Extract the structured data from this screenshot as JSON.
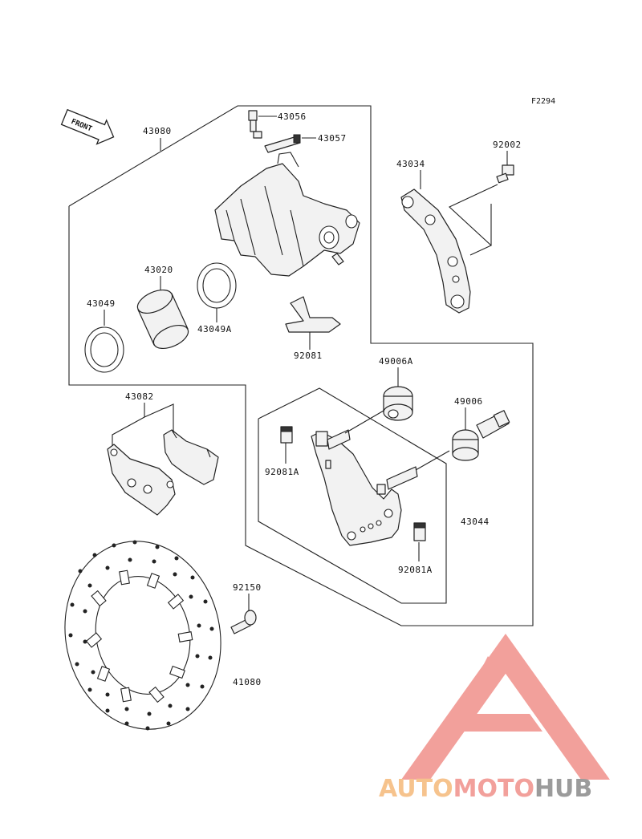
{
  "figure_code": "F2294",
  "front_label": "FRONT",
  "parts": [
    {
      "id": "43056",
      "label": "43056"
    },
    {
      "id": "43057",
      "label": "43057"
    },
    {
      "id": "43080",
      "label": "43080"
    },
    {
      "id": "92002",
      "label": "92002"
    },
    {
      "id": "43034",
      "label": "43034"
    },
    {
      "id": "43020",
      "label": "43020"
    },
    {
      "id": "43049",
      "label": "43049"
    },
    {
      "id": "43049A",
      "label": "43049A"
    },
    {
      "id": "92081",
      "label": "92081"
    },
    {
      "id": "49006A",
      "label": "49006A"
    },
    {
      "id": "43082",
      "label": "43082"
    },
    {
      "id": "49006",
      "label": "49006"
    },
    {
      "id": "92081A-left",
      "label": "92081A"
    },
    {
      "id": "43044",
      "label": "43044"
    },
    {
      "id": "92081A-right",
      "label": "92081A"
    },
    {
      "id": "92150",
      "label": "92150"
    },
    {
      "id": "41080",
      "label": "41080"
    }
  ],
  "watermark": {
    "part1": "AUTO",
    "part2": "MOTO",
    "part3": "HUB",
    "colors": {
      "auto": "#f5b97a",
      "moto": "#f0908a",
      "hub": "#8a8a8a",
      "triangle": "#f0908a"
    }
  }
}
